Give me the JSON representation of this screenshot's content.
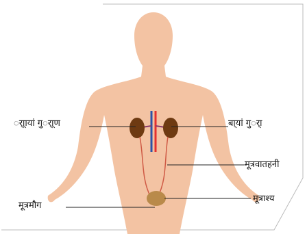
{
  "labels": {
    "right_kidney": "र्ा्ायां गुर्ा्ण",
    "left_kidney": "बा्यां गुर्ा",
    "ureter": "मूत्रवातहनी",
    "bladder": "मूत्राश्य",
    "urethra": "मूत्रमाैग"
  },
  "colors": {
    "skin": "#f3c3a3",
    "kidney": "#6e3a12",
    "bladder": "#b98a4a",
    "artery": "#e5302f",
    "vein": "#2b53a7",
    "ureter": "#cf5a45",
    "leader_line": "#222222",
    "frame_border": "#bbbbbb"
  }
}
